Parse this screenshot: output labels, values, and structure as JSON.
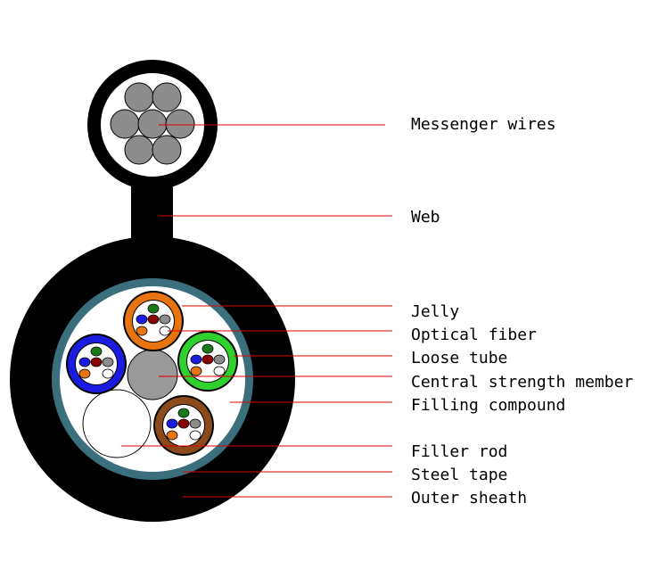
{
  "labels": {
    "messenger_wires": "Messenger wires",
    "web": "Web",
    "jelly": "Jelly",
    "optical_fiber": "Optical fiber",
    "loose_tube": "Loose tube",
    "central_strength_member": "Central strength member",
    "filling_compound": "Filling compound",
    "filler_rod": "Filler rod",
    "steel_tape": "Steel tape",
    "outer_sheath": "Outer sheath"
  },
  "colors": {
    "sheath": "#000000",
    "steel_tape": "#3b6f7e",
    "filling": "#ffffff",
    "wire": "#8c8c8c",
    "strength_member": "#9a9a9a",
    "leader_line": "#e00000",
    "tube_orange": "#e8740f",
    "tube_blue": "#1c1ce0",
    "tube_green": "#2ed12e",
    "tube_brown": "#8a4a1c",
    "filler_rod": "#ffffff",
    "fiber_colors": [
      "#1a7a1a",
      "#1c1ce0",
      "#8b0000",
      "#8c8c8c",
      "#e8740f",
      "#ffffff"
    ]
  }
}
